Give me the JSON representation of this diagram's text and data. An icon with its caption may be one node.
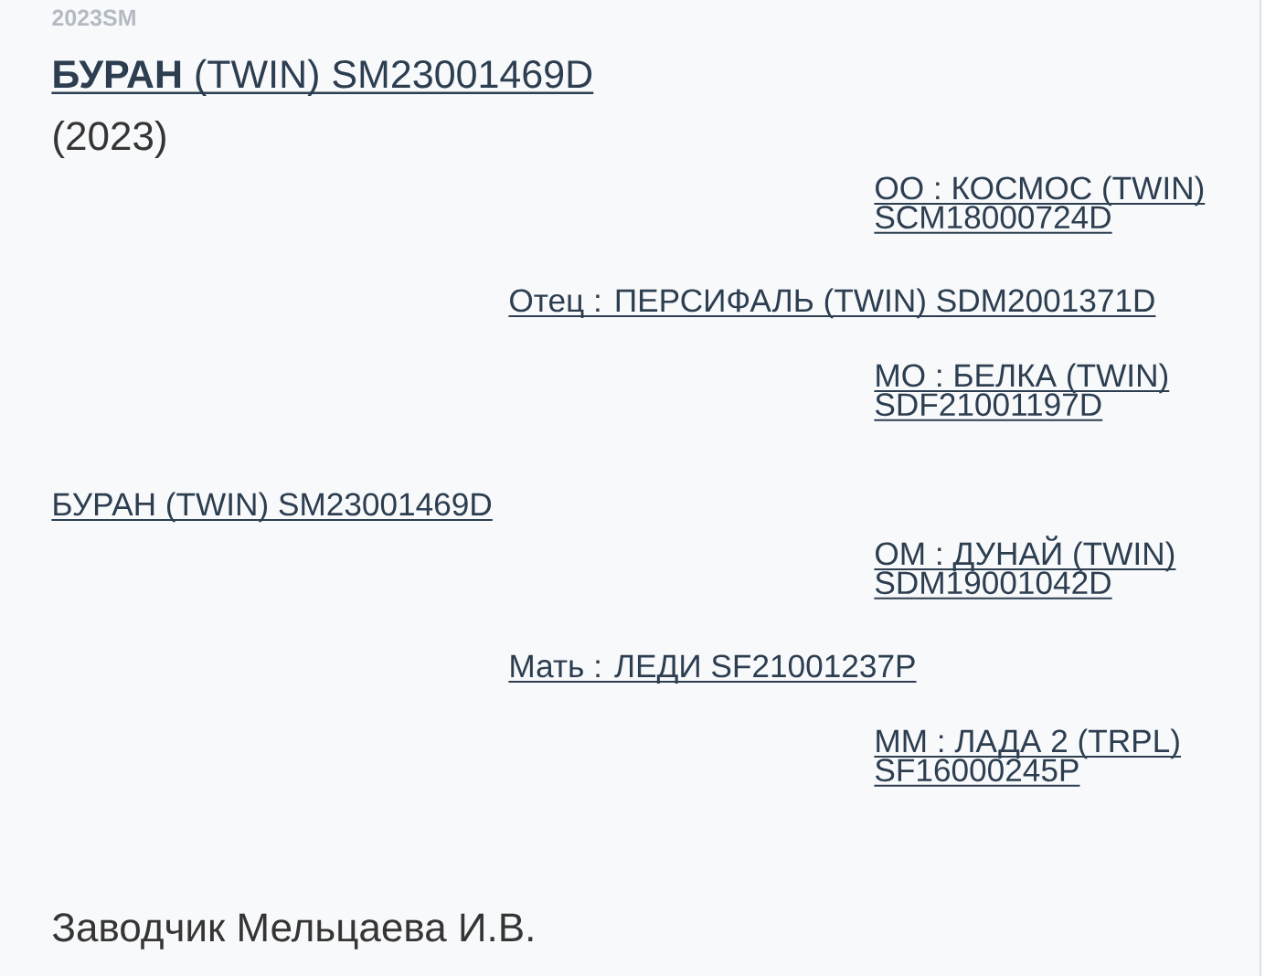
{
  "diagram": {
    "title": "**БУРАН** (TWIN) SM23001469D",
    "labels": [
      "2023SM",
      "(2023)",
      "ОО : КОСМОС (TWIN) SCM18000724D",
      "Отец : ПЕРСИФАЛЬ (TWIN) SDM2001371D",
      "МО : БЕЛКА (TWIN) SDF21001197D",
      "БУРАН (TWIN) SM23001469D",
      "ОМ : ДУНАЙ (TWIN) SDM19001042D",
      "Мать : ЛЕДИ SF21001237P",
      "ММ : ЛАДА 2 (TRPL) SF16000245P",
      "Заводчик Мельцаева И.В."
    ]
  }
}
